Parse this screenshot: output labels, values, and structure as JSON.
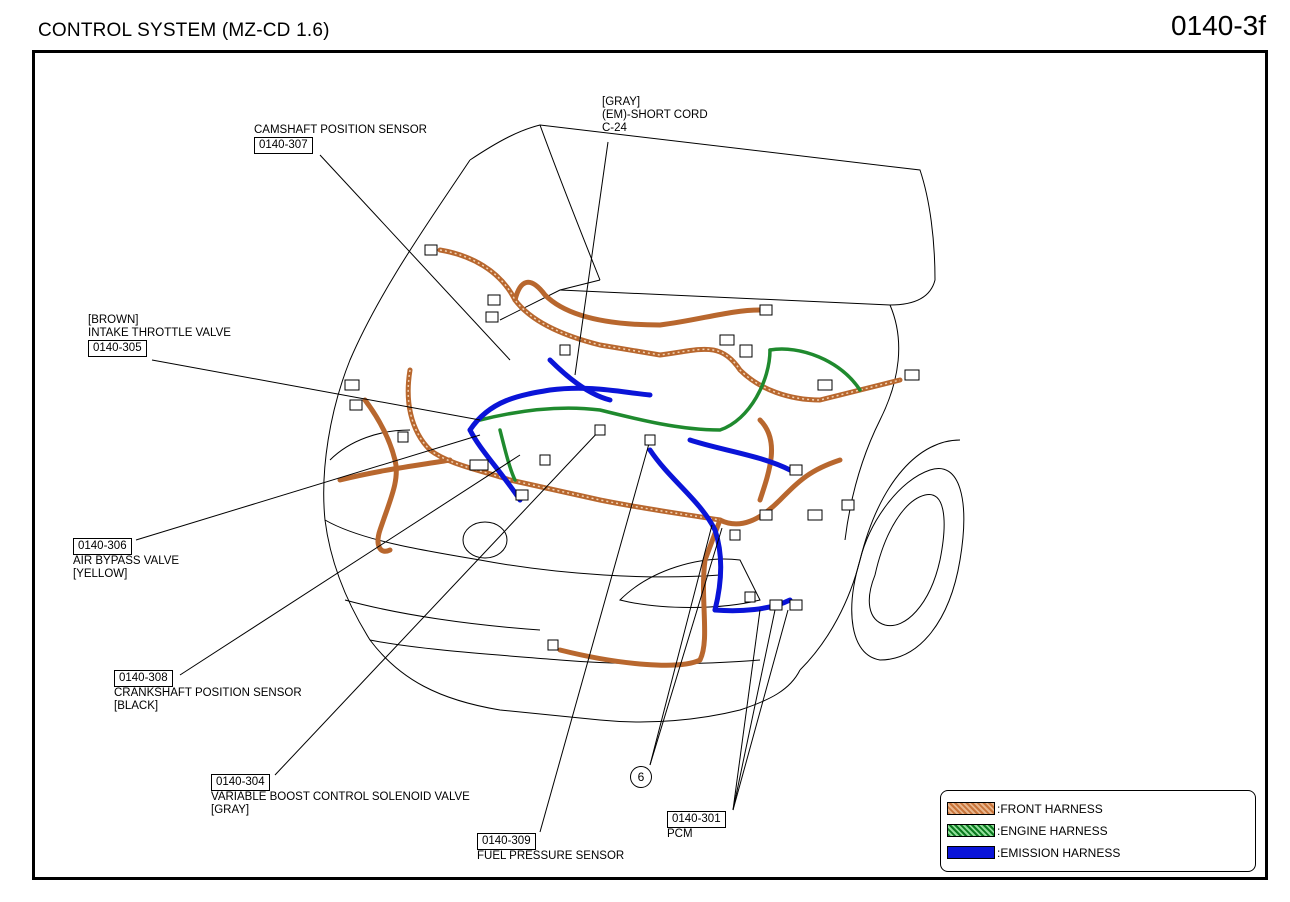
{
  "header": {
    "title": "CONTROL SYSTEM (MZ-CD 1.6)",
    "code": "0140-3f"
  },
  "callouts": {
    "camshaft": {
      "label": "CAMSHAFT POSITION SENSOR",
      "ref": "0140-307"
    },
    "short_cord": {
      "line1": "[GRAY]",
      "line2": "(EM)-SHORT CORD",
      "line3": "C-24"
    },
    "throttle": {
      "color": "[BROWN]",
      "label": "INTAKE THROTTLE VALVE",
      "ref": "0140-305"
    },
    "air_bypass": {
      "ref": "0140-306",
      "label": "AIR BYPASS VALVE",
      "color": "[YELLOW]"
    },
    "crankshaft": {
      "ref": "0140-308",
      "label": "CRANKSHAFT POSITION SENSOR",
      "color": "[BLACK]"
    },
    "boost": {
      "ref": "0140-304",
      "label": "VARIABLE BOOST CONTROL SOLENOID VALVE",
      "color": "[GRAY]"
    },
    "fuel": {
      "ref": "0140-309",
      "label": "FUEL PRESSURE SENSOR"
    },
    "pcm": {
      "ref": "0140-301",
      "label": "PCM"
    },
    "ground": {
      "label": "6"
    }
  },
  "legend": {
    "front": {
      "label": ":FRONT HARNESS",
      "color": "#c8743a"
    },
    "engine": {
      "label": ":ENGINE HARNESS",
      "color": "#0a7a1e"
    },
    "emission": {
      "label": ":EMISSION HARNESS",
      "color": "#0a14d8"
    }
  }
}
